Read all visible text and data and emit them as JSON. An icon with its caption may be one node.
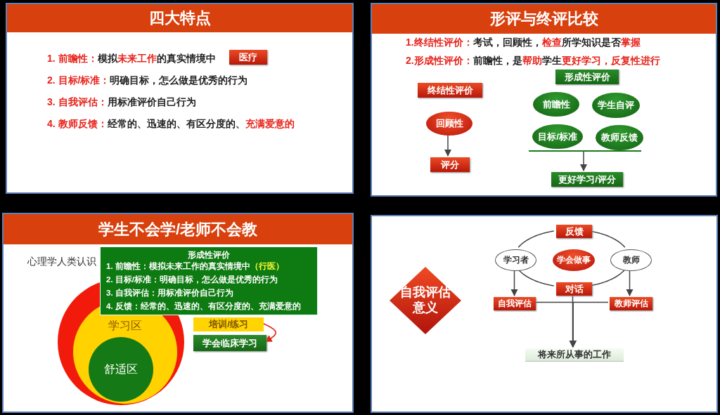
{
  "diagram": {
    "nodes": [
      {
        "text": [
          "四大特点",
          "**1. 前瞻性：**模拟**未来工作**的真实情境中",
          "**2. 目标/标准：**明确目标，怎么做是优秀的行为",
          "**3. 自我评估：**用标准评价自己行为",
          "**4. 教师反馈：**经常的、迅速的、有区分度的、**充满爱意的**"
        ]
      },
      {
        "text": [
          "医疗"
        ],
        "in": 0
      },
      {
        "text": [
          "形评与终评比较",
          "**1.终结性评价：**考试，回顾性，**检查**所学知识是否**掌握**",
          "**2.形成性评价：**前瞻性，是**帮助**学生**更好学习，反复性进行**"
        ]
      },
      {
        "text": [
          "终结性评价"
        ],
        "in": 2
      },
      {
        "text": [
          "回顾性"
        ],
        "in": 2
      },
      {
        "text": [
          "评分"
        ],
        "in": 2
      },
      {
        "text": [
          "形成性评价"
        ],
        "in": 2
      },
      {
        "text": [
          "前瞻性"
        ],
        "in": 2
      },
      {
        "text": [
          "学生自评"
        ],
        "in": 2
      },
      {
        "text": [
          "目标/标准"
        ],
        "in": 2
      },
      {
        "text": [
          "教师反馈"
        ],
        "in": 2
      },
      {
        "text": [],
        "shape": "bar",
        "in": 2
      },
      {
        "text": [
          "更好学习/评分"
        ],
        "in": 2
      },
      {
        "text": [
          "学生不会学/老师不会教",
          "心理学人类认识"
        ]
      },
      {
        "text": [
          "形成性评价",
          "1. 前瞻性：模拟未来工作的真实情境中**（行医）**",
          "2. 目标/标准：明确目标，怎么做是优秀的行为",
          "3. 自我评估：用标准评价自己行为",
          "4. 反馈：经常的、迅速的、有区分度的、充满爱意的"
        ],
        "in": 13
      },
      {
        "text": [],
        "shape": "circle",
        "in": 13
      },
      {
        "text": [
          "学习区"
        ],
        "in": 15
      },
      {
        "text": [
          "舒适区"
        ],
        "in": 16
      },
      {
        "text": [
          "培训/练习"
        ],
        "in": 13
      },
      {
        "text": [
          "学会临床学习"
        ],
        "in": 13
      },
      {
        "text": [],
        "shape": "box"
      },
      {
        "text": [
          "自我评估意义"
        ],
        "in": 20
      },
      {
        "text": [
          "反馈"
        ],
        "in": 20
      },
      {
        "text": [
          "学习者"
        ],
        "in": 20
      },
      {
        "text": [
          "学会做事"
        ],
        "in": 20
      },
      {
        "text": [
          "教师"
        ],
        "in": 20
      },
      {
        "text": [
          "对话"
        ],
        "in": 20
      },
      {
        "text": [
          "自我评估"
        ],
        "in": 20
      },
      {
        "text": [
          "教师评估"
        ],
        "in": 20
      },
      {
        "text": [
          "将来所从事的工作"
        ],
        "in": 20
      }
    ],
    "edges": [
      {
        "from": 4,
        "to": 5,
        "arrow": "to"
      },
      {
        "from": 11,
        "to": 12,
        "arrow": "to"
      },
      {
        "from": 18,
        "to": 19,
        "arrow": "to",
        "color": "#e02010"
      },
      {
        "from": 23,
        "to": 22,
        "arrow": "none"
      },
      {
        "from": 22,
        "to": 25,
        "arrow": "none"
      },
      {
        "from": 25,
        "to": 26,
        "arrow": "none"
      },
      {
        "from": 26,
        "to": 23,
        "arrow": "none"
      },
      {
        "from": 23,
        "to": 27,
        "arrow": "to"
      },
      {
        "from": 25,
        "to": 28,
        "arrow": "to"
      },
      {
        "from": 27,
        "to": 29,
        "arrow": "to"
      },
      {
        "from": 28,
        "to": 29,
        "arrow": "to"
      },
      {
        "from": 26,
        "to": 29,
        "arrow": "to"
      }
    ]
  }
}
